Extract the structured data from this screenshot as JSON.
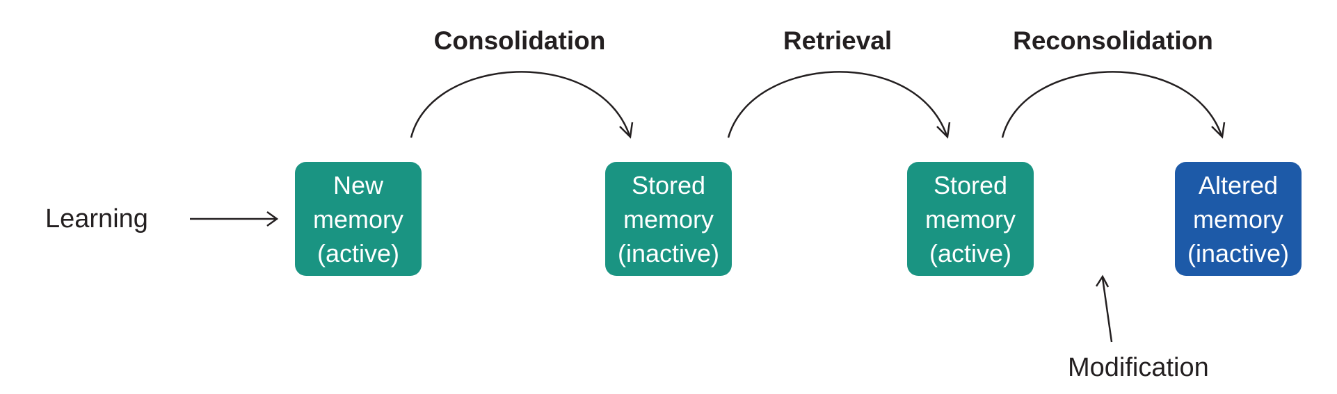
{
  "colors": {
    "teal": "#1a9482",
    "blue": "#1d5aa8",
    "ink": "#231f20"
  },
  "stages": {
    "consolidation": "Consolidation",
    "retrieval": "Retrieval",
    "reconsolidation": "Reconsolidation"
  },
  "labels": {
    "learning": "Learning",
    "modification": "Modification"
  },
  "nodes": [
    {
      "lines": [
        "New",
        "memory",
        "(active)"
      ],
      "color": "#1a9482"
    },
    {
      "lines": [
        "Stored",
        "memory",
        "(inactive)"
      ],
      "color": "#1a9482"
    },
    {
      "lines": [
        "Stored",
        "memory",
        "(active)"
      ],
      "color": "#1a9482"
    },
    {
      "lines": [
        "Altered",
        "memory",
        "(inactive)"
      ],
      "color": "#1d5aa8"
    }
  ]
}
